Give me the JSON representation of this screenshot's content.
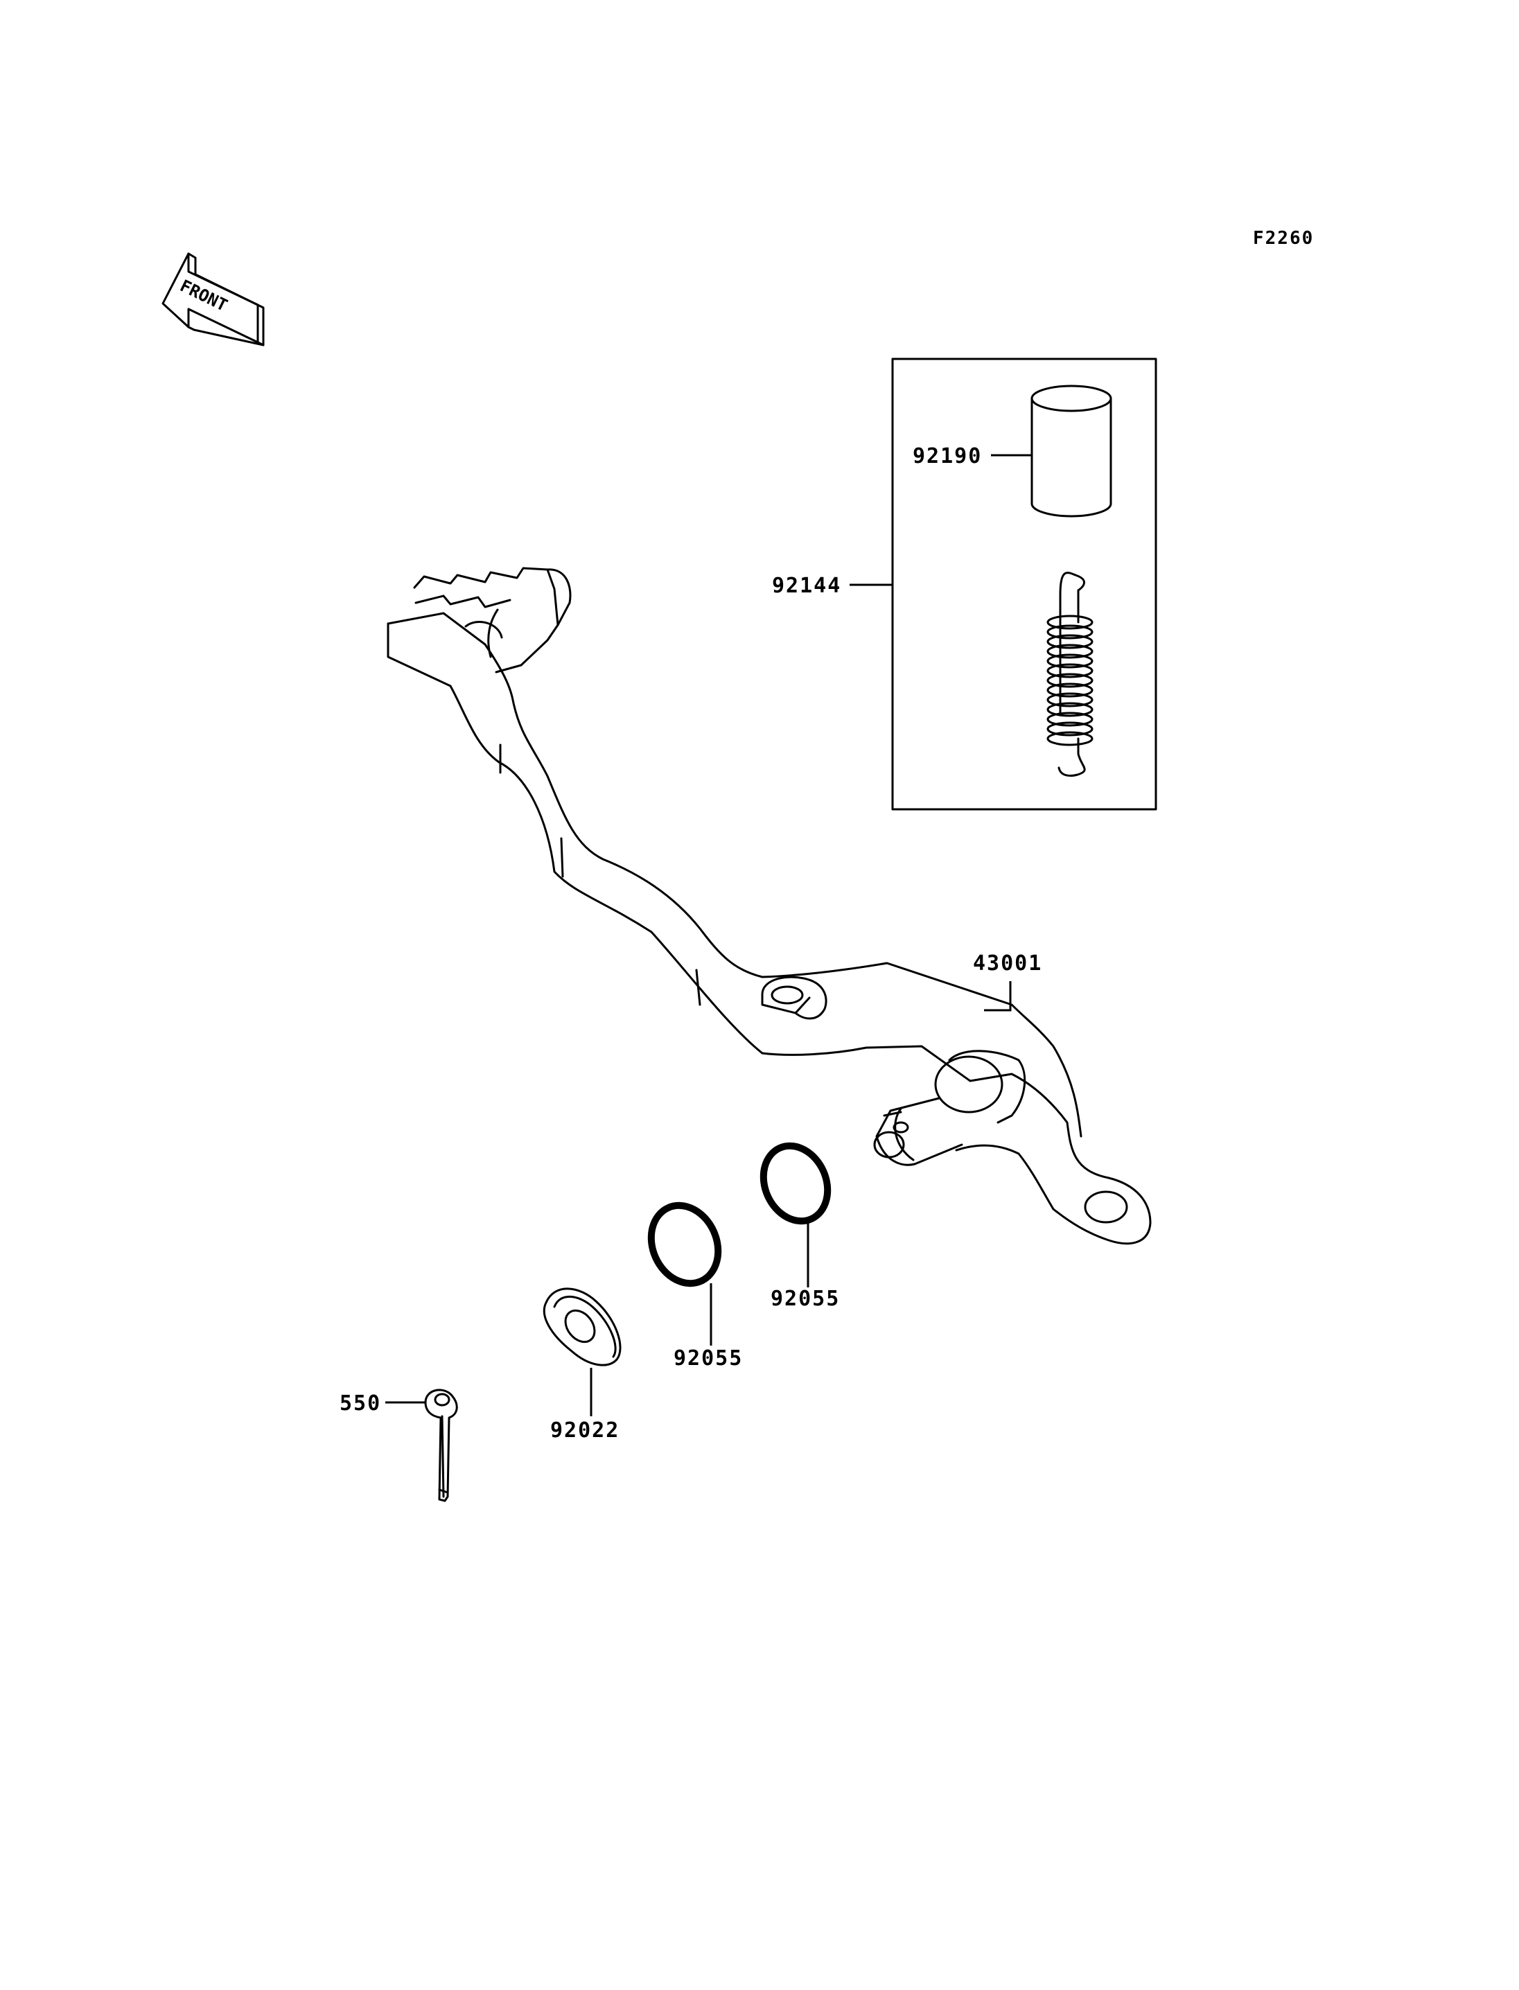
{
  "diagram": {
    "code": "F2260",
    "front_label": "FRONT",
    "parts": {
      "p92190": "92190",
      "p92144": "92144",
      "p43001": "43001",
      "p92055a": "92055",
      "p92055b": "92055",
      "p92022": "92022",
      "p550": "550"
    }
  }
}
